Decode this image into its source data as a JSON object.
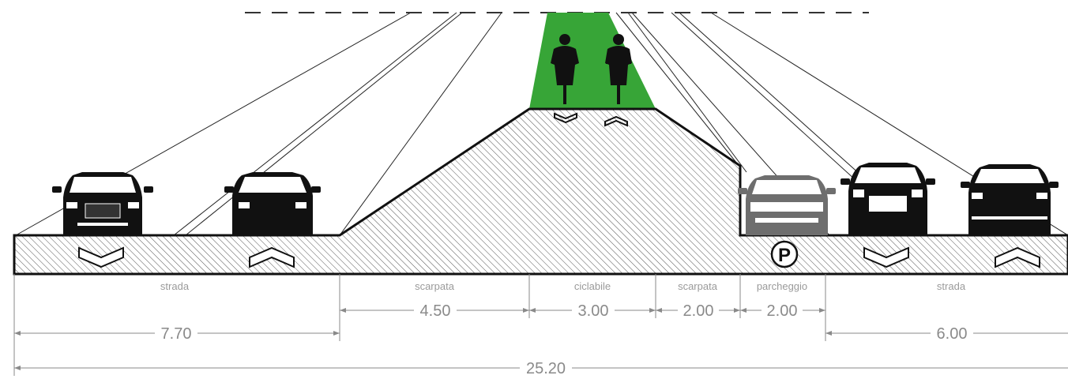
{
  "section": {
    "labels": {
      "strada_left": "strada",
      "scarpata_left": "scarpata",
      "ciclabile": "ciclabile",
      "scarpata_right": "scarpata",
      "parcheggio": "parcheggio",
      "strada_right": "strada"
    },
    "dimensions": {
      "strada_left": "7.70",
      "scarpata_left": "4.50",
      "ciclabile": "3.00",
      "scarpata_right": "2.00",
      "parcheggio": "2.00",
      "strada_right": "6.00",
      "total": "25.20"
    },
    "parking_symbol": "P"
  },
  "colors": {
    "bike_lane": "#37a537",
    "outline": "#111111",
    "hatch": "#555555",
    "dimension_line": "#8a8a8a",
    "parked_car": "#6e6e6e"
  },
  "icons": [
    "car-front-icon",
    "car-rear-icon",
    "cyclist-icon",
    "parking-icon",
    "direction-chevron-icon"
  ]
}
